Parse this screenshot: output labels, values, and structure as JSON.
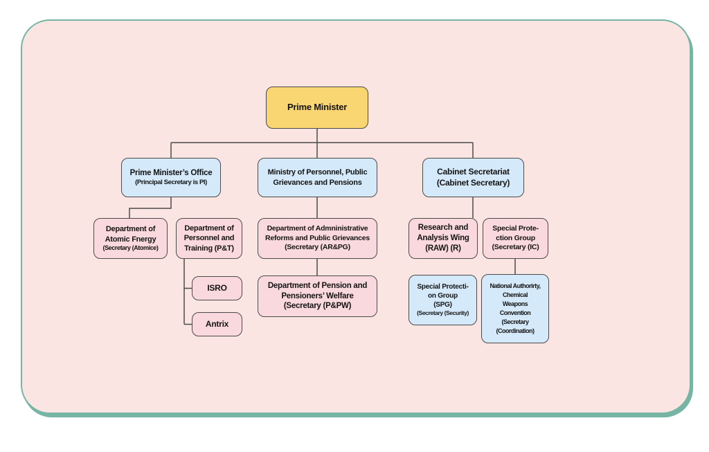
{
  "diagram": {
    "type": "org-chart",
    "colors": {
      "page_bg": "#ffffff",
      "card_bg": "#fbe5e3",
      "card_border": "#76b5a4",
      "node_border": "#4a4a4a",
      "connector": "#4a4a4a",
      "yellow_node": "#f9d671",
      "blue_node": "#d4e9f9",
      "pink_node": "#f9d9dd",
      "text": "#141414"
    },
    "nodes": {
      "pm": {
        "text": "Prime Minister"
      },
      "pmo": {
        "text": "Prime Minister’s Office",
        "sub": "(Principal Secretary is PI)"
      },
      "ministry": {
        "text": "Ministry of Personnel, Public\nGrievances and Pensions"
      },
      "cabinet": {
        "text": "Cabinet Secretariat\n(Cabinet Secretary)"
      },
      "atomic": {
        "text": "Department of\nAtomic Fnergy",
        "sub": "(Secretary (Atomice)"
      },
      "personnel": {
        "text": "Department of\nPersonnel and\nTraining (P&T)"
      },
      "isro": {
        "text": "ISRO"
      },
      "antrix": {
        "text": "Antrix"
      },
      "admin_reforms": {
        "text": "Department of Admninistrative\nReforms and Public Grievances\n(Secretary (AR&PG)"
      },
      "pension": {
        "text": "Department of Pension and\nPensioners’ Welfare\n(Secretary (P&PW)"
      },
      "raw": {
        "text": "Research and\nAnalysis Wing\n(RAW) (R)"
      },
      "spg_ic": {
        "text": "Special Prote-\nction Group\n(Secretary (IC)"
      },
      "spg_security": {
        "text": "Special Protecti-\non Group\n(SPG)",
        "sub": "(Secretary (Security)"
      },
      "national_authority": {
        "text": "National Authorirty,\nChemical\nWeapons\nConvention\n(Secretary\n(Coordination)"
      }
    },
    "edges": [
      [
        "pm",
        "pmo"
      ],
      [
        "pm",
        "ministry"
      ],
      [
        "pm",
        "cabinet"
      ],
      [
        "pmo",
        "atomic"
      ],
      [
        "personnel",
        "isro"
      ],
      [
        "personnel",
        "antrix"
      ],
      [
        "ministry",
        "admin_reforms"
      ],
      [
        "admin_reforms",
        "pension"
      ],
      [
        "cabinet",
        "raw"
      ],
      [
        "spg_ic",
        "national_authority"
      ]
    ]
  }
}
